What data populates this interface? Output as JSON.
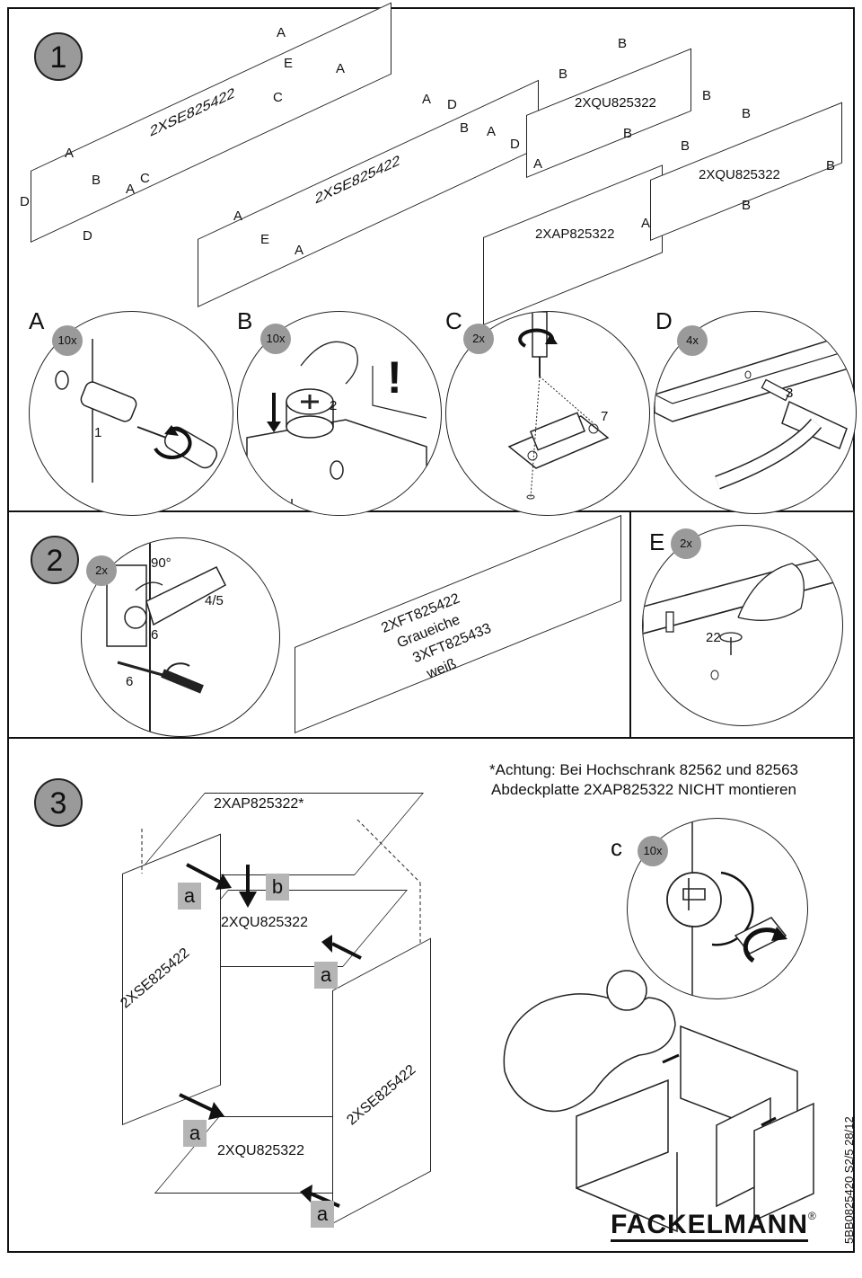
{
  "step1": {
    "number": "1",
    "boards": {
      "side_left": "2XSE825422",
      "side_right": "2XSE825422",
      "top": "2XAP825322",
      "shelf_left": "2XQU825322",
      "shelf_right": "2XQU825322"
    },
    "markers": {
      "a": "A",
      "b": "B",
      "c": "C",
      "d": "D",
      "e": "E"
    },
    "details": [
      {
        "letter": "A",
        "count": "10x",
        "part": "1"
      },
      {
        "letter": "B",
        "count": "10x",
        "part": "2",
        "warning": "!"
      },
      {
        "letter": "C",
        "count": "2x",
        "part": "7"
      },
      {
        "letter": "D",
        "count": "4x",
        "part": "3"
      }
    ]
  },
  "step2": {
    "number": "2",
    "hinge_count": "2x",
    "angle": "90°",
    "part_hinge": "4/5",
    "part_screw": "6",
    "door_lines": [
      "2XFT825422",
      "Graueiche",
      "3XFT825433",
      "weiß"
    ]
  },
  "detailE": {
    "letter": "E",
    "count": "2x",
    "part": "22"
  },
  "step3": {
    "number": "3",
    "top": "2XAP825322*",
    "shelf_top": "2XQU825322",
    "shelf_bottom": "2XQU825322",
    "side_left": "2XSE825422",
    "side_right": "2XSE825422",
    "arrow_a": "a",
    "arrow_b": "b",
    "note_line1": "*Achtung: Bei Hochschrank 82562 und 82563",
    "note_line2": "Abdeckplatte 2XAP825322 NICHT montieren",
    "detail_c": {
      "letter": "c",
      "count": "10x"
    }
  },
  "footer": {
    "brand": "FACKELMANN",
    "registered": "®",
    "code": "5BB0825420 S2/5 28/12"
  }
}
